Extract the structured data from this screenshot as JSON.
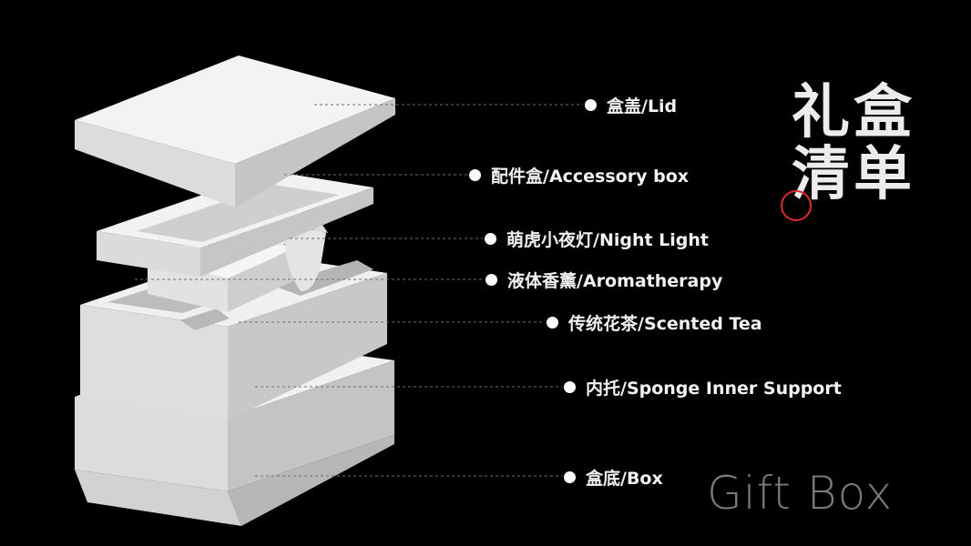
{
  "title": {
    "line1": [
      "礼",
      "盒"
    ],
    "line2": [
      "清",
      "单"
    ]
  },
  "subtitle": "Gift Box",
  "colors": {
    "background": "#000000",
    "model": "#e6e6e6",
    "label_text": "#f2f2f2",
    "subtitle": "#7a7a7a",
    "accent_ring": "#e02a2a"
  },
  "labels": [
    {
      "id": "lid",
      "text": "盒盖/Lid"
    },
    {
      "id": "accessory-box",
      "text": "配件盒/Accessory box"
    },
    {
      "id": "night-light",
      "text": "萌虎小夜灯/Night Light"
    },
    {
      "id": "aromatherapy",
      "text": "液体香薰/Aromatherapy"
    },
    {
      "id": "scented-tea",
      "text": "传统花茶/Scented Tea"
    },
    {
      "id": "inner-support",
      "text": "内托/Sponge Inner Support"
    },
    {
      "id": "box",
      "text": "盒底/Box"
    }
  ]
}
